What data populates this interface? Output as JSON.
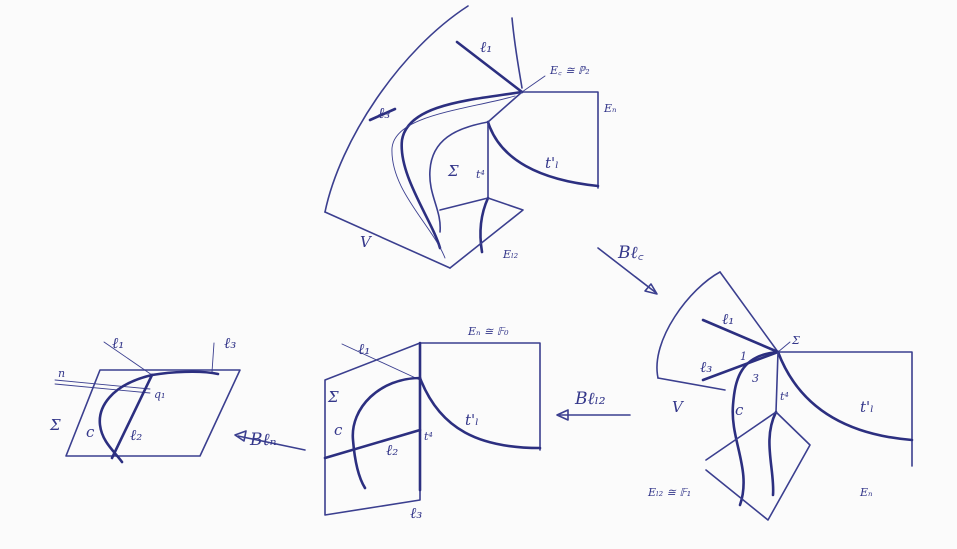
{
  "top_diagram": {
    "l1": "ℓ₁",
    "Ec": "E꜀ ≅ ℙ₂",
    "l3": "ℓ₃",
    "En": "Eₙ",
    "Sigma": "Σ",
    "t4": "t⁴",
    "tL": "t'ₗ",
    "V": "V",
    "El2": "Eₗ₂"
  },
  "arrows": {
    "Blc": "Bℓ꜀",
    "Bll2": "Bℓₗ₂",
    "Bln": "Bℓₙ"
  },
  "right_diagram": {
    "l1": "ℓ₁",
    "Sigma": "Σ",
    "one": "1",
    "three": "3",
    "l3": "ℓ₃",
    "V": "V",
    "c": "c",
    "t4": "t⁴",
    "tL": "t'ₗ",
    "El2": "Eₗ₂ ≅ 𝔽₁",
    "En": "Eₙ"
  },
  "middle_diagram": {
    "l1": "ℓ₁",
    "En": "Eₙ ≅ 𝔽₀",
    "Sigma": "Σ",
    "c": "c",
    "l2": "ℓ₂",
    "t4": "t⁴",
    "tL": "t'ₗ",
    "l3": "ℓ₃"
  },
  "left_diagram": {
    "l1": "ℓ₁",
    "l3": "ℓ₃",
    "n": "n",
    "q1": "q₁",
    "Sigma": "Σ",
    "c": "c",
    "l2": "ℓ₂"
  }
}
